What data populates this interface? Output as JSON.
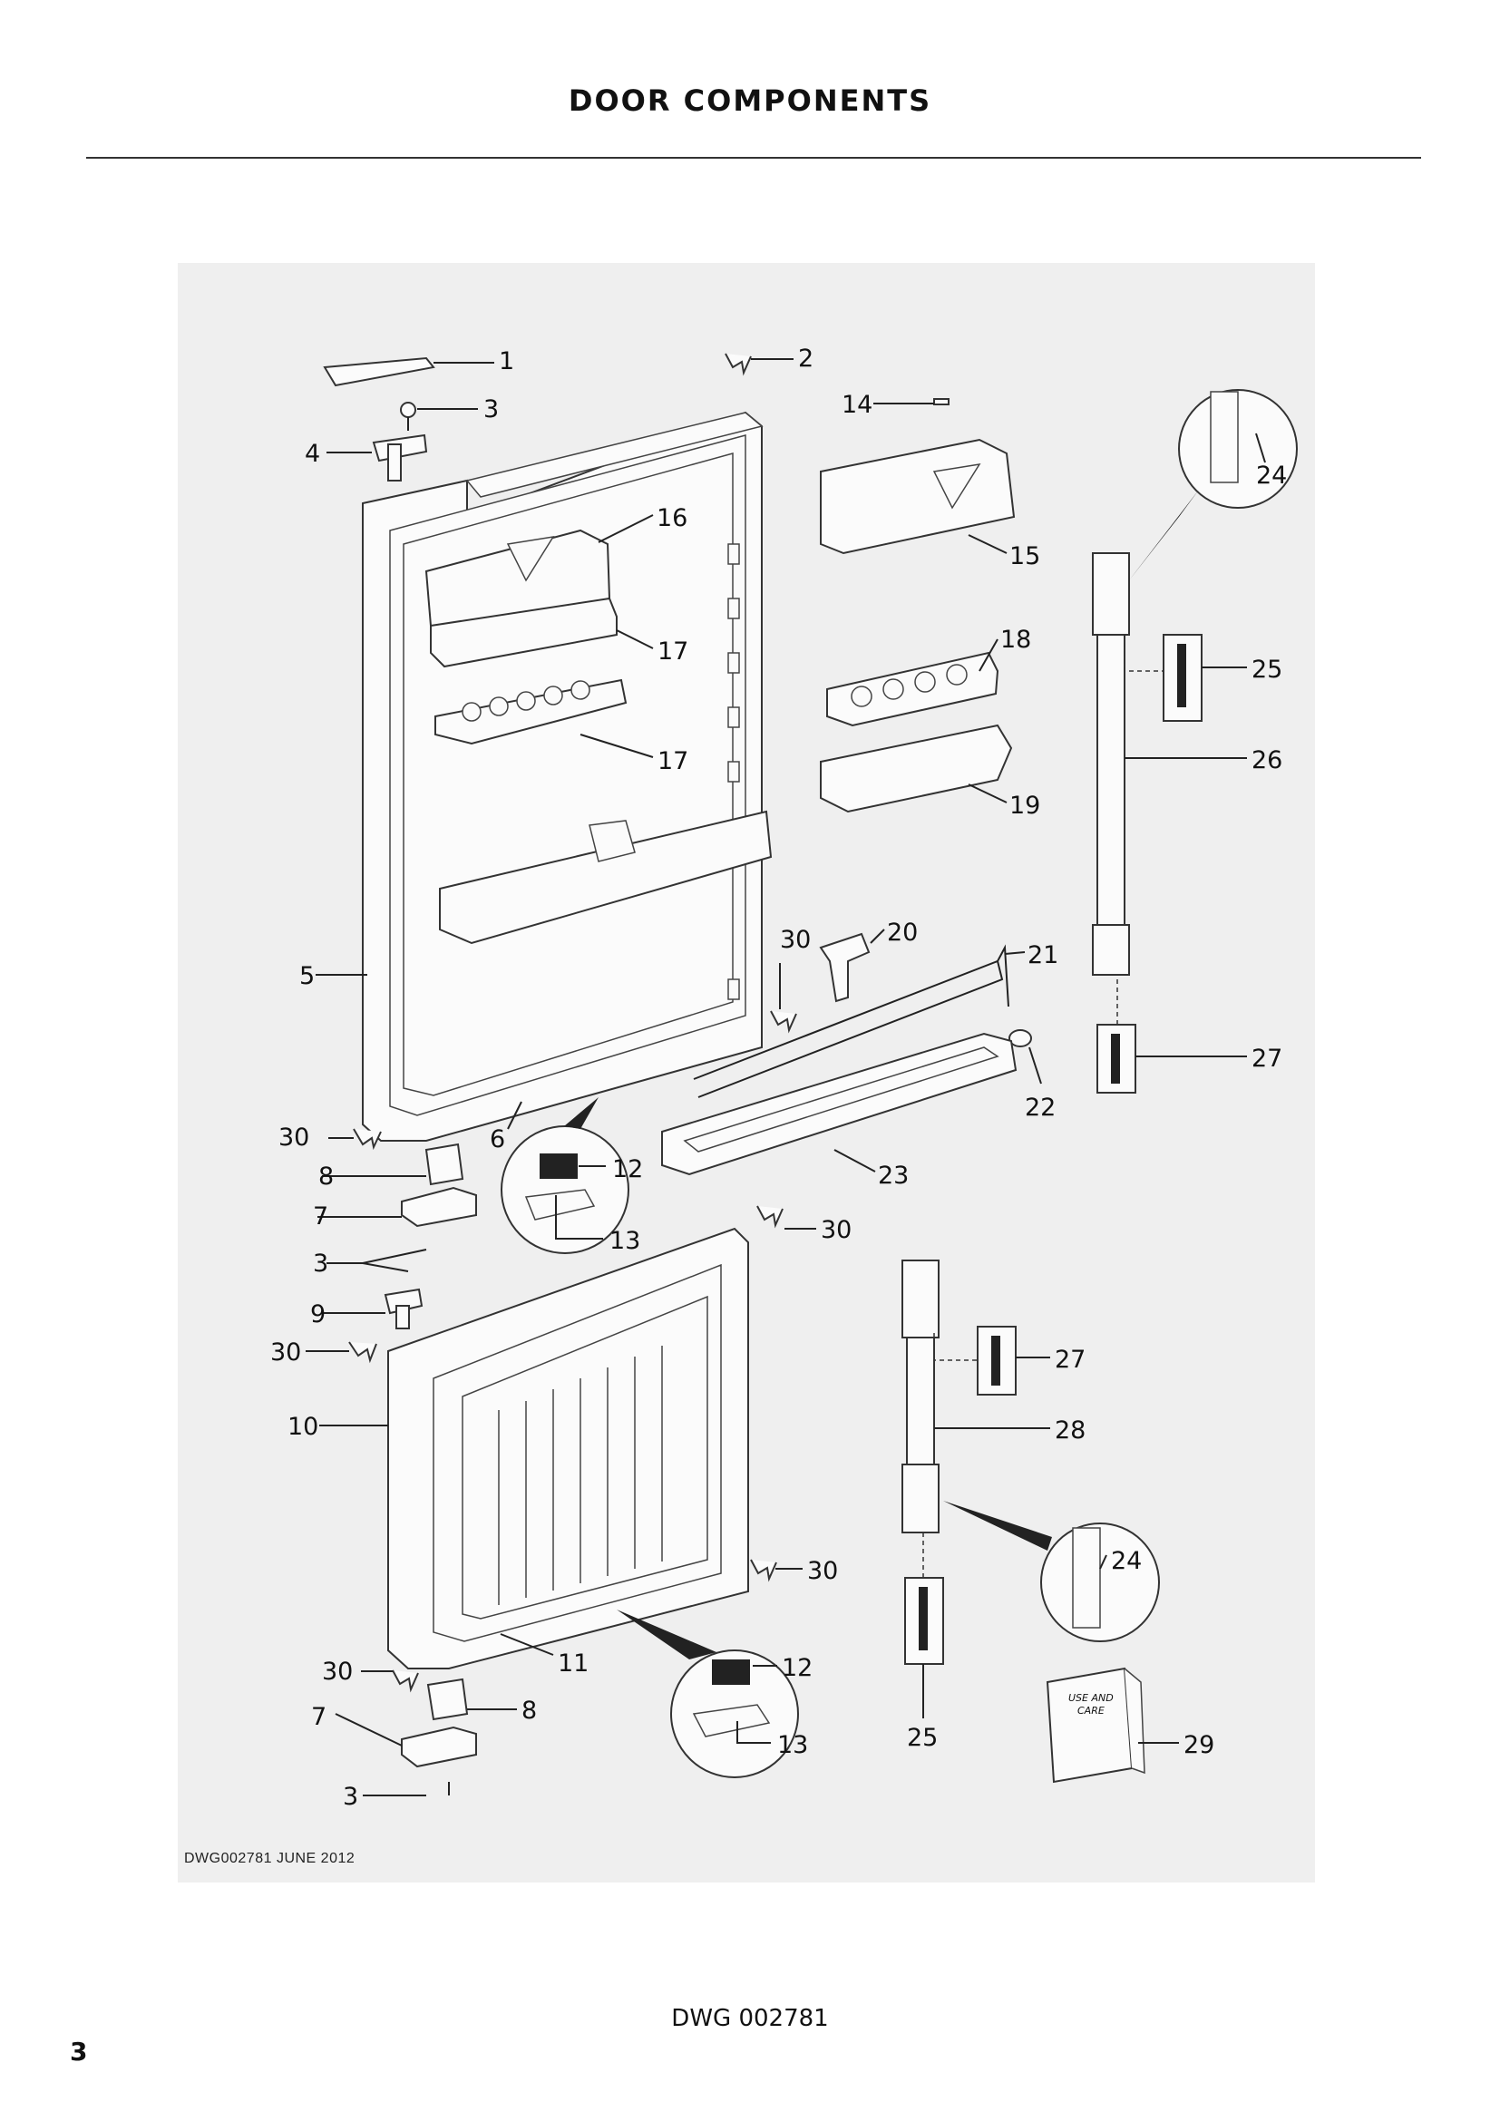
{
  "header": {
    "title": "DOOR COMPONENTS"
  },
  "drawing": {
    "reference": "DWG002781  JUNE 2012"
  },
  "manual_label": {
    "line1": "USE AND",
    "line2": "CARE"
  },
  "footer": {
    "drawing_number": "DWG 002781",
    "page_number": "3"
  },
  "callouts": [
    {
      "id": "c1",
      "label": "1"
    },
    {
      "id": "c2",
      "label": "2"
    },
    {
      "id": "c3a",
      "label": "3"
    },
    {
      "id": "c4",
      "label": "4"
    },
    {
      "id": "c5",
      "label": "5"
    },
    {
      "id": "c6",
      "label": "6"
    },
    {
      "id": "c7a",
      "label": "7"
    },
    {
      "id": "c8a",
      "label": "8"
    },
    {
      "id": "c3b",
      "label": "3"
    },
    {
      "id": "c9",
      "label": "9"
    },
    {
      "id": "c30a",
      "label": "30"
    },
    {
      "id": "c30b",
      "label": "30"
    },
    {
      "id": "c10",
      "label": "10"
    },
    {
      "id": "c11",
      "label": "11"
    },
    {
      "id": "c12a",
      "label": "12"
    },
    {
      "id": "c13a",
      "label": "13"
    },
    {
      "id": "c12b",
      "label": "12"
    },
    {
      "id": "c13b",
      "label": "13"
    },
    {
      "id": "c14",
      "label": "14"
    },
    {
      "id": "c15",
      "label": "15"
    },
    {
      "id": "c16",
      "label": "16"
    },
    {
      "id": "c17a",
      "label": "17"
    },
    {
      "id": "c17b",
      "label": "17"
    },
    {
      "id": "c18",
      "label": "18"
    },
    {
      "id": "c19",
      "label": "19"
    },
    {
      "id": "c20",
      "label": "20"
    },
    {
      "id": "c21",
      "label": "21"
    },
    {
      "id": "c22",
      "label": "22"
    },
    {
      "id": "c23",
      "label": "23"
    },
    {
      "id": "c24a",
      "label": "24"
    },
    {
      "id": "c24b",
      "label": "24"
    },
    {
      "id": "c25a",
      "label": "25"
    },
    {
      "id": "c25b",
      "label": "25"
    },
    {
      "id": "c26",
      "label": "26"
    },
    {
      "id": "c27a",
      "label": "27"
    },
    {
      "id": "c27b",
      "label": "27"
    },
    {
      "id": "c28",
      "label": "28"
    },
    {
      "id": "c29",
      "label": "29"
    },
    {
      "id": "c30c",
      "label": "30"
    },
    {
      "id": "c30d",
      "label": "30"
    },
    {
      "id": "c30e",
      "label": "30"
    },
    {
      "id": "c30f",
      "label": "30"
    },
    {
      "id": "c7b",
      "label": "7"
    },
    {
      "id": "c8b",
      "label": "8"
    },
    {
      "id": "c3c",
      "label": "3"
    }
  ]
}
